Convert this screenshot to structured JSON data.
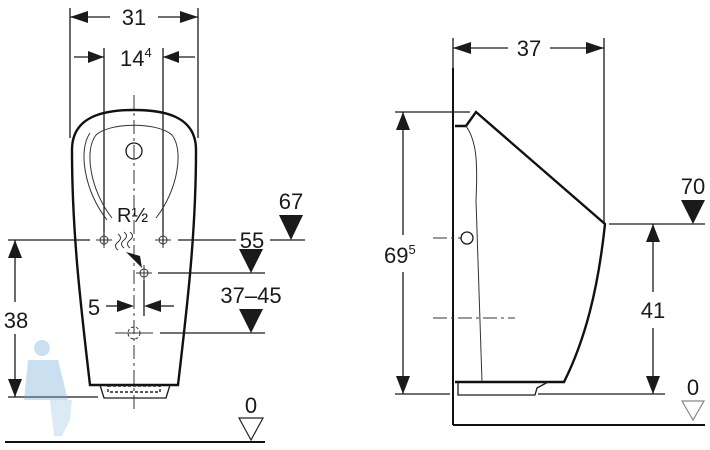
{
  "front_view": {
    "width_total": "31",
    "width_inner": "14",
    "width_inner_sup": "4",
    "thread_label": "R½",
    "level_top": "67",
    "level_inlet": "55",
    "level_outlet_range": "37–45",
    "offset": "5",
    "height_inlet": "38",
    "floor_level": "0"
  },
  "side_view": {
    "depth": "37",
    "height_total": "69",
    "height_total_sup": "5",
    "level_rim": "70",
    "height_rim": "41",
    "floor_level": "0"
  }
}
